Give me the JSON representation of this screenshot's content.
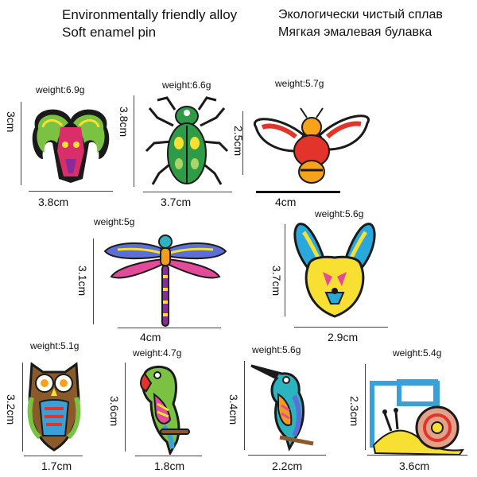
{
  "header": {
    "en_line1": "Environmentally friendly alloy",
    "en_line2": "Soft enamel pin",
    "ru_line1": "Экологически чистый сплав",
    "ru_line2": "Мягкая эмалевая булавка"
  },
  "pins": [
    {
      "weight": "weight:6.9g",
      "height": "3cm",
      "width": "3.8cm"
    },
    {
      "weight": "weight:6.6g",
      "height": "3.8cm",
      "width": "3.7cm"
    },
    {
      "weight": "weight:5.7g",
      "height": "2.5cm",
      "width": "4cm"
    },
    {
      "weight": "weight:5g",
      "height": "3.1cm",
      "width": "4cm"
    },
    {
      "weight": "weight:5.6g",
      "height": "3.7cm",
      "width": "2.9cm"
    },
    {
      "weight": "weight:5.1g",
      "height": "3.2cm",
      "width": "1.7cm"
    },
    {
      "weight": "weight:4.7g",
      "height": "3.6cm",
      "width": "1.8cm"
    },
    {
      "weight": "weight:5.6g",
      "height": "3.4cm",
      "width": "2.2cm"
    },
    {
      "weight": "weight:5.4g",
      "height": "2.3cm",
      "width": "3.6cm"
    }
  ],
  "icons": [
    "ram-head-pin",
    "beetle-pin",
    "bee-pin",
    "dragonfly-pin",
    "rabbit-pin",
    "owl-pin",
    "parrot-pin",
    "kingfisher-pin",
    "snail-pin"
  ]
}
